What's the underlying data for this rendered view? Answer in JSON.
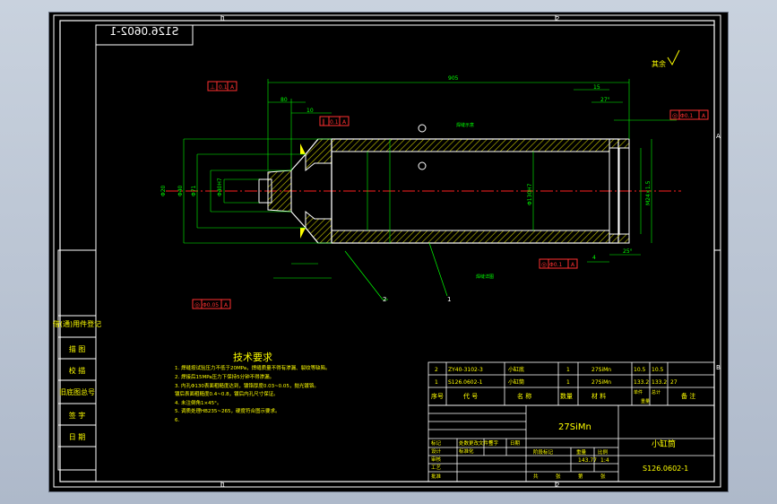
{
  "colors": {
    "background": "#000000",
    "frame": "#ffffff",
    "dimension": "#00ff00",
    "hatch": "#c8c800",
    "part": "#ffffff",
    "centerline": "#ff2020",
    "tolerance": "#ff3030",
    "text": "#ffff00"
  },
  "drawing_number_mirrored": "S126.0602-1",
  "zone_labels": {
    "top": [
      "1",
      "2"
    ],
    "bottom": [
      "1",
      "2"
    ],
    "right": [
      "A",
      "B"
    ]
  },
  "surface_roughness": "其余",
  "dimensions": {
    "overall_length": "905",
    "left_labels": [
      "Φ20",
      "Φ40",
      "Φ71",
      "Φ40H7"
    ],
    "right_label": "M24×1.5",
    "bore_label": "Φ130H7",
    "small": [
      "80",
      "10",
      "15",
      "27°",
      "4",
      "25°"
    ]
  },
  "tolerance_frames": [
    {
      "symbol": "⊥",
      "value": "0.1"
    },
    {
      "symbol": "∥",
      "value": "0.1"
    },
    {
      "symbol": "◎",
      "value": "Φ0.05"
    },
    {
      "symbol": "◎",
      "value": "Φ0.1"
    },
    {
      "symbol": "◎",
      "value": "Φ0.1"
    }
  ],
  "datum": "A",
  "callouts": [
    "2",
    "1",
    "焊缝示意",
    "焊缝详图"
  ],
  "tech_requirements": {
    "title": "技术要求",
    "items": [
      "1. 焊缝按试验压力不低于20MPa，焊缝质量不得有渗漏、裂纹等缺陷。",
      "2. 焊接后15MPa压力下保持5分钟不得渗漏。",
      "3. 内孔Φ130表面粗糙度达到，镀铬厚度0.03~0.05，抛光镀铬。",
      "   镀后表面粗糙度0.4~0.8，镀后内孔尺寸保证。",
      "4. 未注倒角1×45°。",
      "5. 调质处理HB235~265，硬度符合图示要求。",
      "6."
    ]
  },
  "left_stamp_cells": [
    "借(通)用件登记",
    "描  图",
    "校  描",
    "旧底图总号",
    "签  字",
    "日  期"
  ],
  "bom": {
    "rows": [
      {
        "no": "2",
        "code": "ZY40-3102-3",
        "name": "小缸底",
        "qty": "1",
        "material": "27SiMn",
        "unit": "10.5",
        "total": "10.5"
      },
      {
        "no": "1",
        "code": "S126.0602-1",
        "name": "小缸筒",
        "qty": "1",
        "material": "27SiMn",
        "unit": "133.2",
        "total": "133.2",
        "remark": "27"
      }
    ],
    "header": [
      "序号",
      "代  号",
      "名  称",
      "数量",
      "材  料",
      "单件",
      "总计",
      "备  注"
    ],
    "header_sub": "重量"
  },
  "title_block": {
    "material": "27SiMn",
    "part_name": "小缸筒",
    "drawing_no": "S126.0602-1",
    "scale": "1:4",
    "weight": "143.77",
    "labels": [
      "标记",
      "处数",
      "更改文件号",
      "签字",
      "日期",
      "设计",
      "标准化",
      "审核",
      "工艺",
      "批准",
      "阶段标记",
      "重量",
      "比例",
      "共",
      "张",
      "第",
      "张"
    ]
  }
}
